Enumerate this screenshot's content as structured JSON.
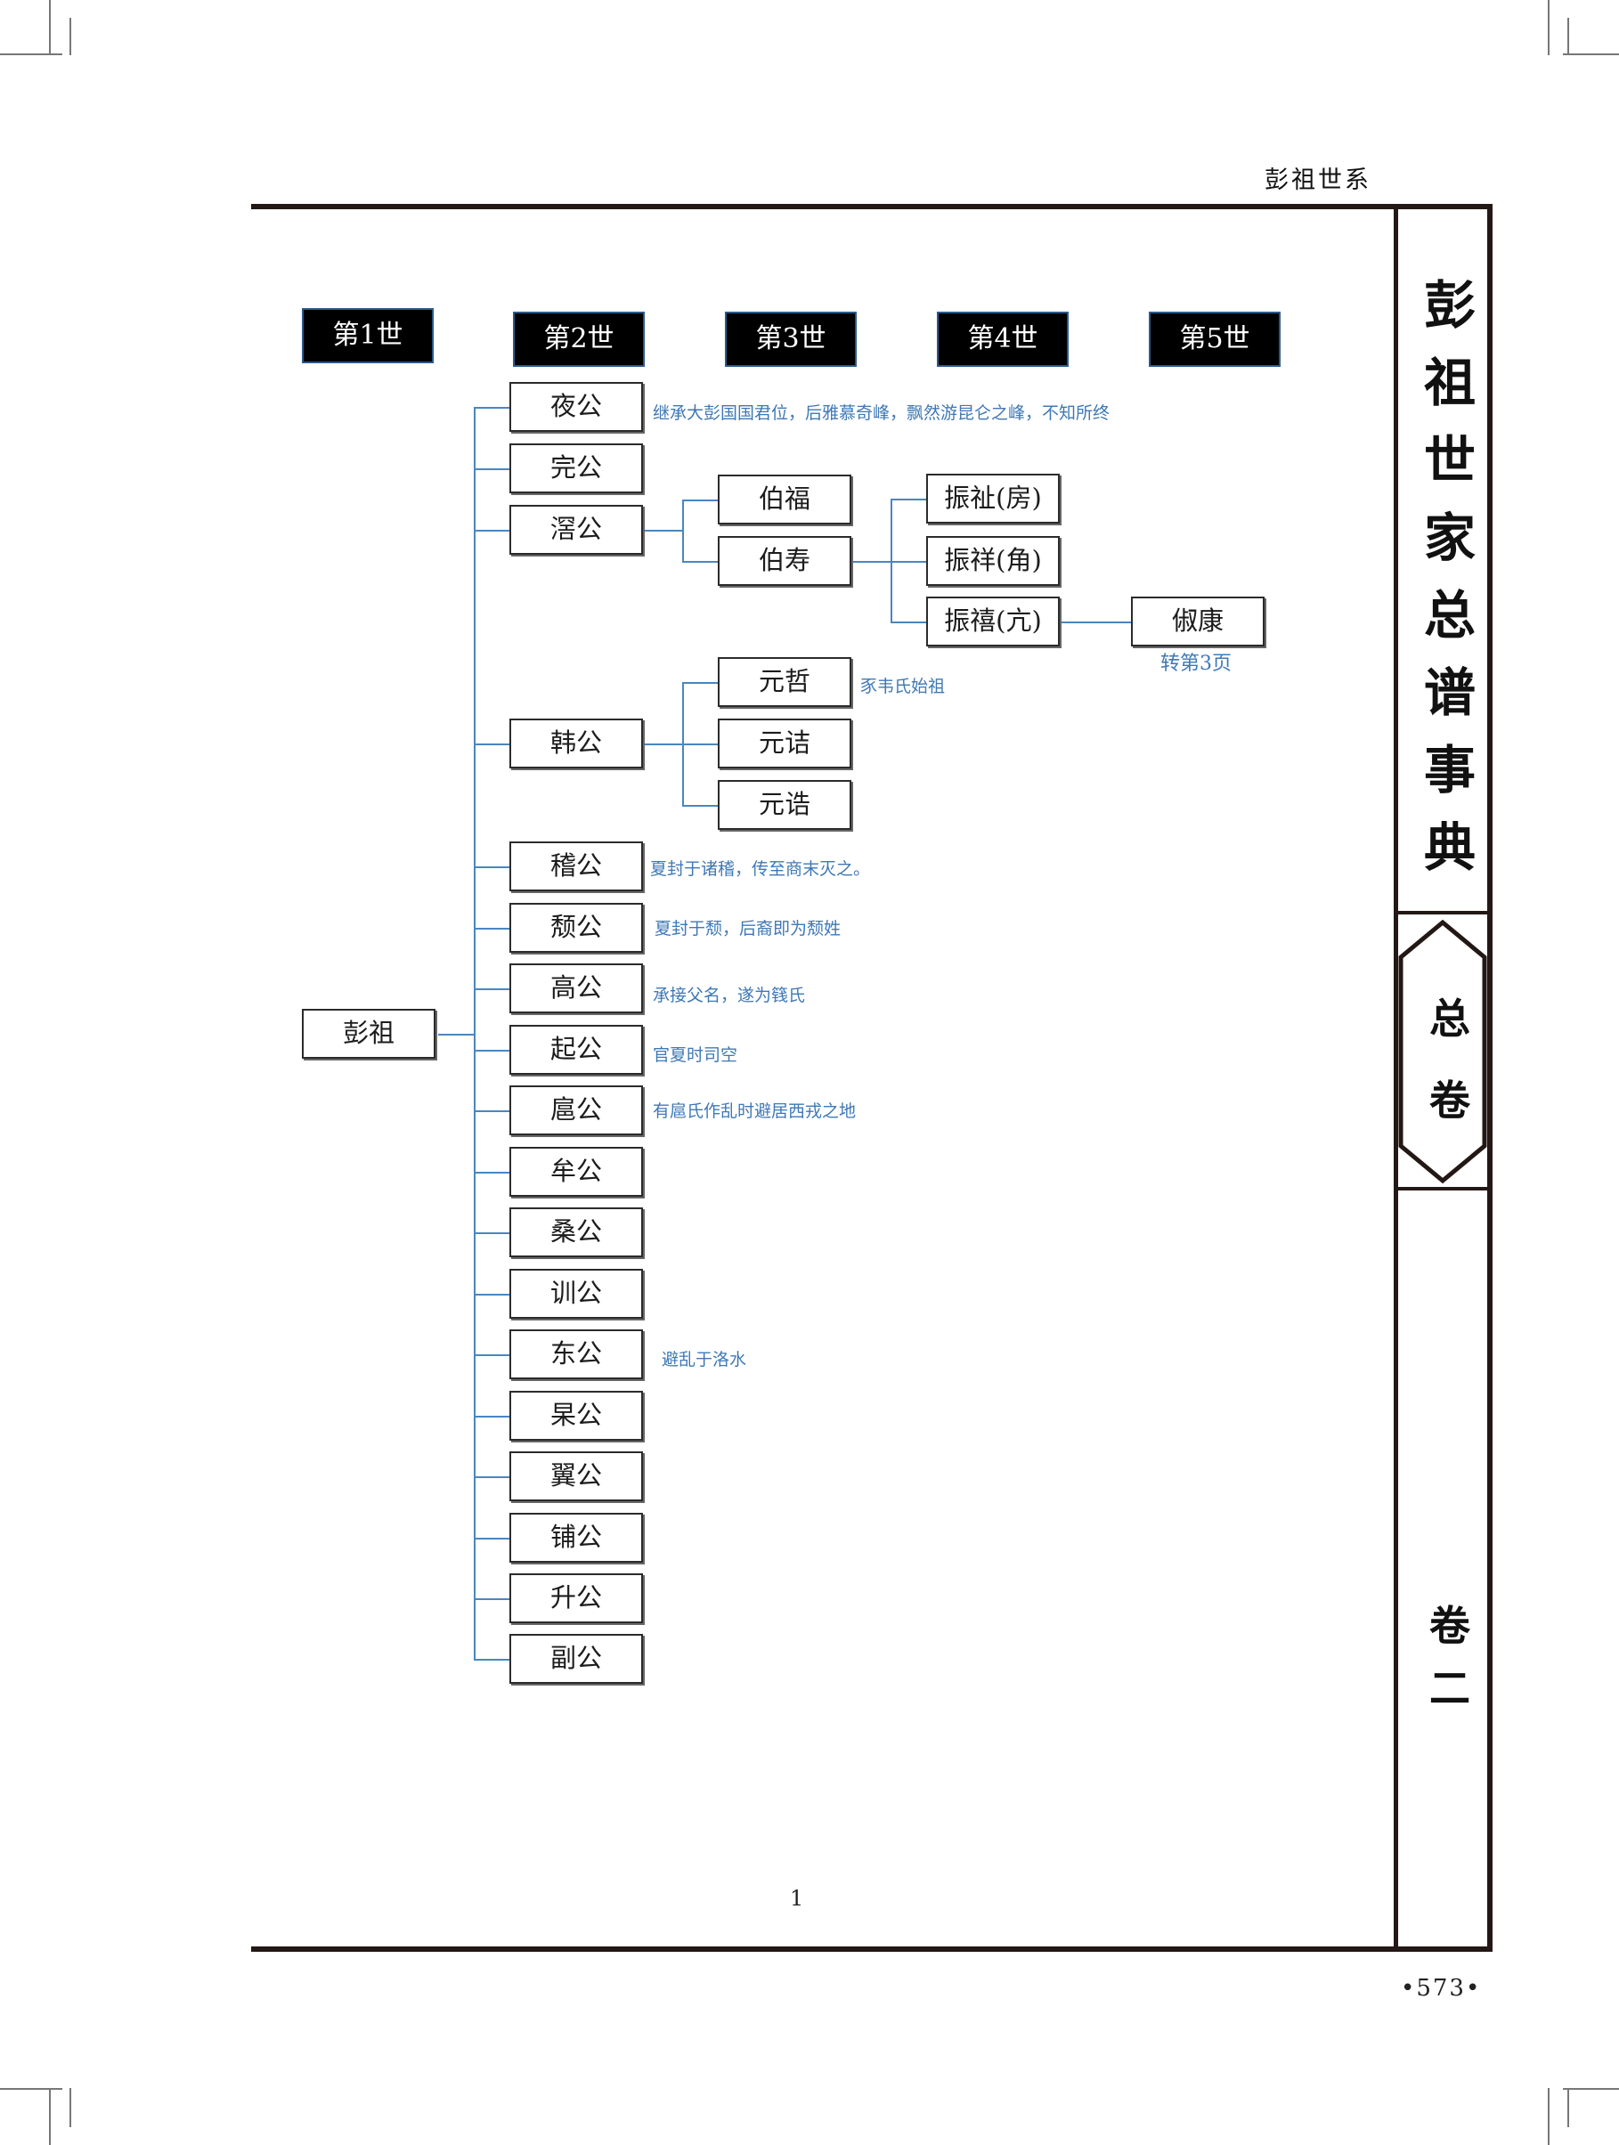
{
  "running_head": "彭祖世系",
  "generations": [
    "第1世",
    "第2世",
    "第3世",
    "第4世",
    "第5世"
  ],
  "root": "彭祖",
  "gen2": [
    {
      "name": "夜公",
      "note": "继承大彭国国君位，后雅慕奇峰，飘然游昆仑之峰，不知所终"
    },
    {
      "name": "完公",
      "note": ""
    },
    {
      "name": "滘公",
      "note": ""
    },
    {
      "name": "韩公",
      "note": ""
    },
    {
      "name": "稽公",
      "note": "夏封于诸稽，传至商末灭之。"
    },
    {
      "name": "颓公",
      "note": "夏封于颓，后裔即为颓姓"
    },
    {
      "name": "高公",
      "note": "承接父名，遂为篯氏"
    },
    {
      "name": "起公",
      "note": "官夏时司空"
    },
    {
      "name": "扈公",
      "note": "有扈氏作乱时避居西戎之地"
    },
    {
      "name": "牟公",
      "note": ""
    },
    {
      "name": "桑公",
      "note": ""
    },
    {
      "name": "训公",
      "note": ""
    },
    {
      "name": "东公",
      "note": "避乱于洛水"
    },
    {
      "name": "杲公",
      "note": ""
    },
    {
      "name": "翼公",
      "note": ""
    },
    {
      "name": "铺公",
      "note": ""
    },
    {
      "name": "升公",
      "note": ""
    },
    {
      "name": "副公",
      "note": ""
    }
  ],
  "gen3_mou": [
    "伯福",
    "伯寿"
  ],
  "gen3_han": [
    {
      "name": "元哲",
      "note": "豕韦氏始祖"
    },
    {
      "name": "元诘",
      "note": ""
    },
    {
      "name": "元诰",
      "note": ""
    }
  ],
  "gen4": [
    "振祉(房)",
    "振祥(角)",
    "振禧(亢)"
  ],
  "gen5": {
    "name": "俶康",
    "note": "转第3页"
  },
  "inner_page_number": "1",
  "sidebar": {
    "title_chars": [
      "彭",
      "祖",
      "世",
      "家",
      "总",
      "谱",
      "事",
      "典"
    ],
    "section_chars": [
      "总",
      "卷"
    ],
    "volume_chars": [
      "卷",
      "二"
    ]
  },
  "page_number": "•573•",
  "colors": {
    "line": "#4a86c0",
    "note": "#3f78b5",
    "rule": "#231815"
  }
}
